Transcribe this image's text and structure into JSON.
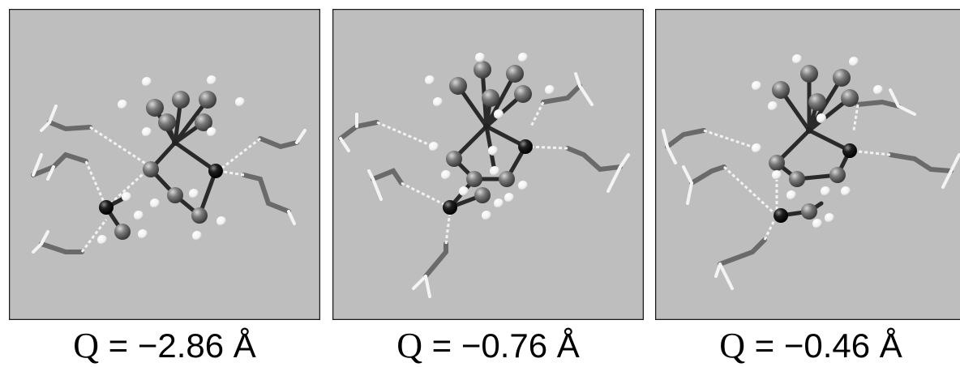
{
  "panels": [
    {
      "caption": {
        "symbol": "Q",
        "eq": "=",
        "value": "−2.86 Å"
      }
    },
    {
      "caption": {
        "symbol": "Q",
        "eq": "=",
        "value": "−0.76 Å"
      }
    },
    {
      "caption": {
        "symbol": "Q",
        "eq": "=",
        "value": "−0.46 Å"
      }
    }
  ],
  "colors": {
    "panel_background": "#bebebe",
    "panel_border": "#1a1a1a",
    "carbon_atom": "#6f6f6f",
    "hetero_atom": "#141414",
    "hydrogen_atom": "#ffffff",
    "hydrogen_bond": "#f2f2f2"
  }
}
